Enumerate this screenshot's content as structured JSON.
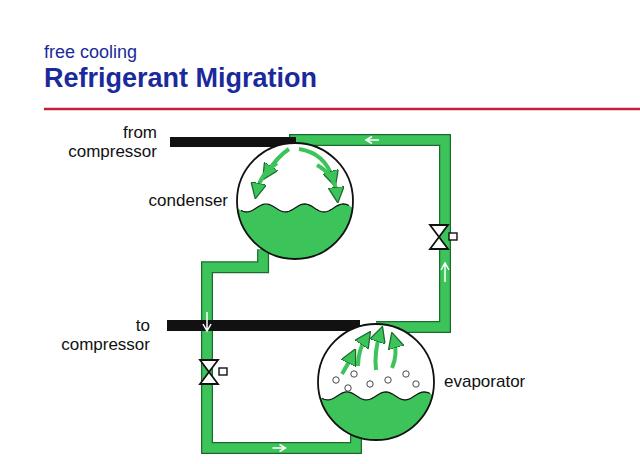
{
  "diagram": {
    "title": "Refrigerant Migration",
    "nodes": [
      {
        "text": [
          "condenser"
        ]
      },
      {
        "text": [
          "evaporator"
        ]
      }
    ],
    "edges": [
      {
        "from": 0,
        "to": 1,
        "arrow": "to"
      },
      {
        "from": 1,
        "to": 0,
        "arrow": "to"
      }
    ],
    "labels": [
      "free cooling",
      "from compressor",
      "to compressor"
    ]
  }
}
